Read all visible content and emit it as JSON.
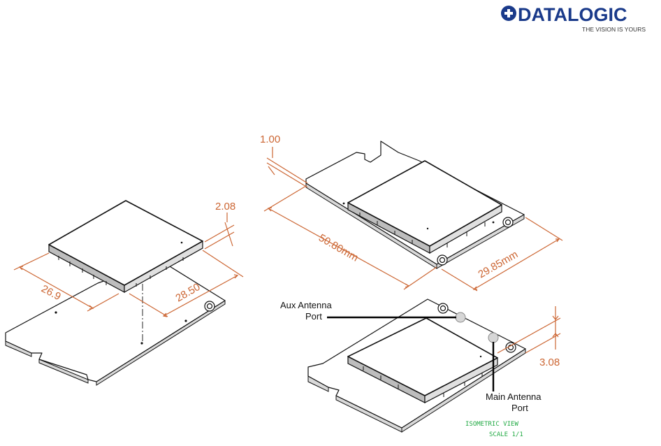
{
  "logo": {
    "brand": "DATALOGIC",
    "tagline": "THE VISION IS YOURS",
    "color": "#1a3a8a"
  },
  "dimensions": {
    "chip_width": "26.9",
    "chip_depth": "28.50",
    "chip_height": "2.08",
    "pcb_thickness": "1.00",
    "board_length": "50.80mm",
    "board_width": "29.85mm",
    "overall_height": "3.08"
  },
  "callouts": {
    "aux_line1": "Aux Antenna",
    "aux_line2": "Port",
    "main_line1": "Main Antenna",
    "main_line2": "Port"
  },
  "view": {
    "title": "ISOMETRIC VIEW",
    "scale": "SCALE 1/1"
  },
  "colors": {
    "dimension": "#cc6633",
    "view_label": "#22aa44"
  }
}
